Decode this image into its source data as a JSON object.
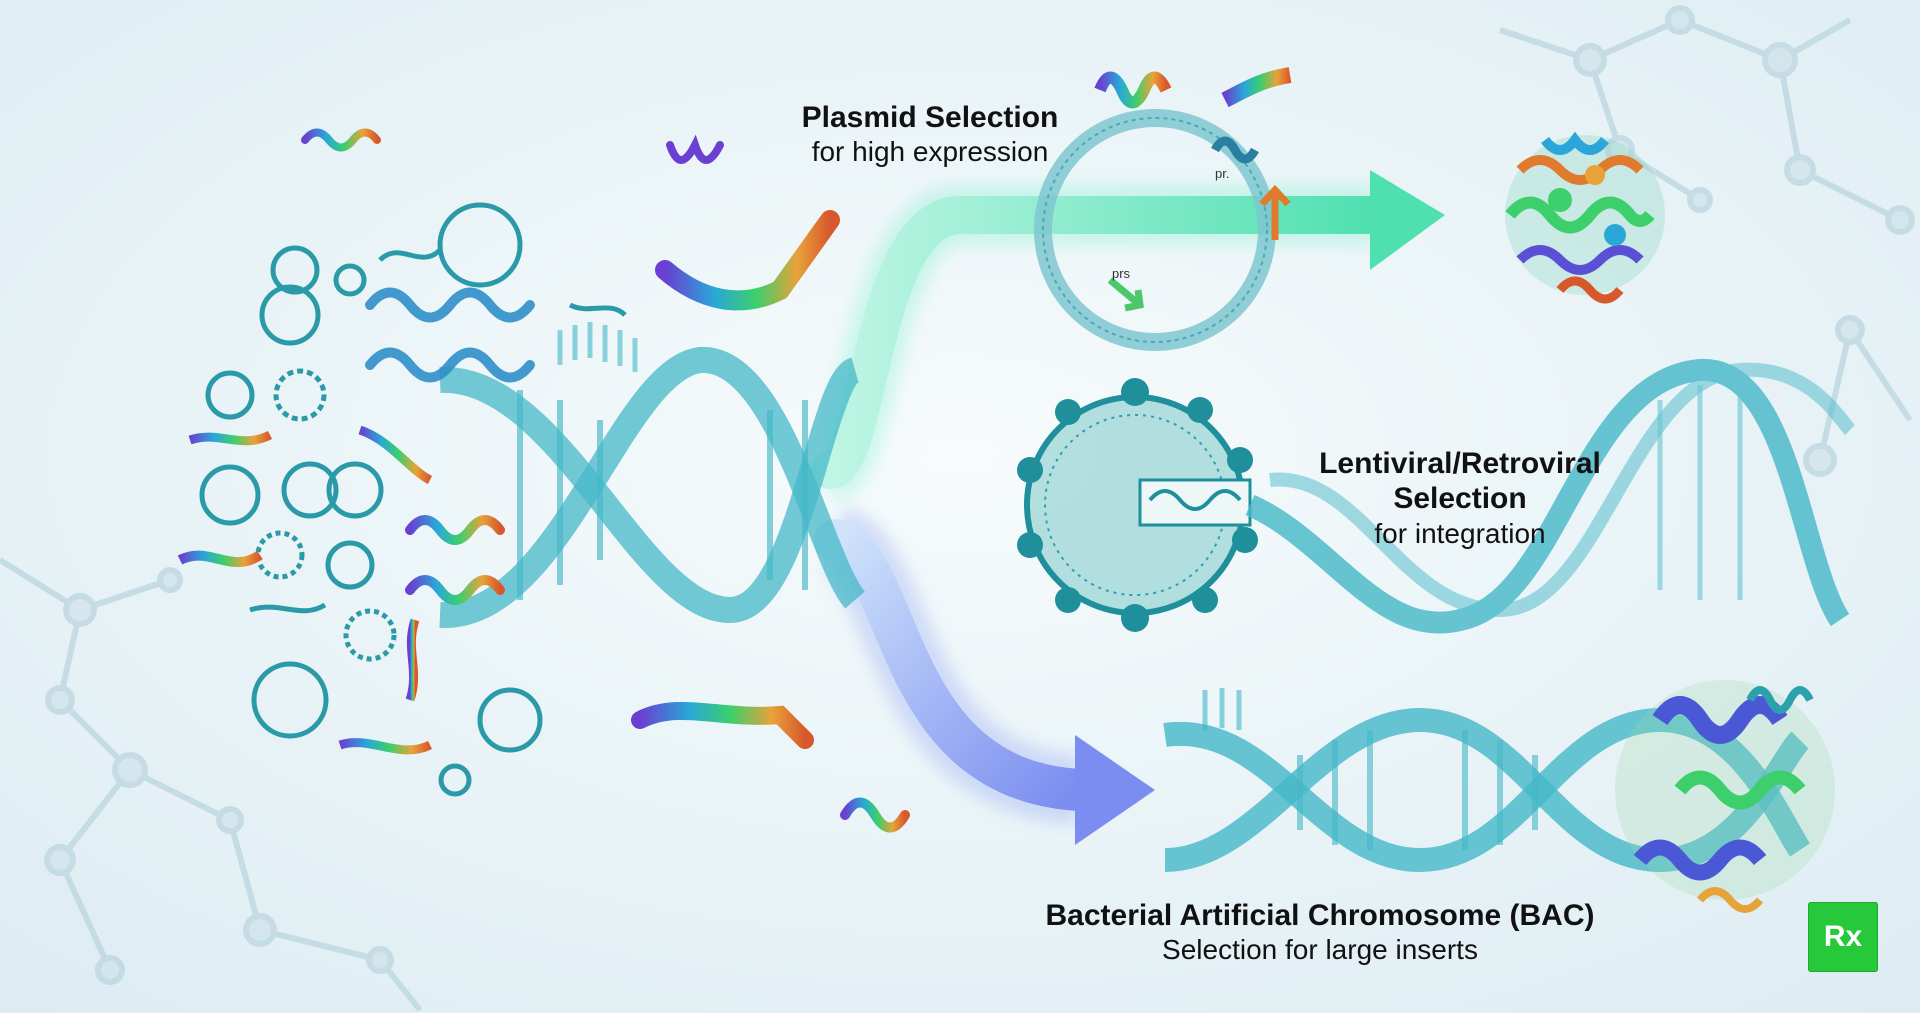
{
  "labels": {
    "plasmid": {
      "title": "Plasmid Selection",
      "subtitle": "for high expression"
    },
    "lentiviral": {
      "title_line1": "Lentiviral/Retroviral",
      "title_line2": "Selection",
      "subtitle": "for integration"
    },
    "bac": {
      "title": "Bacterial Artificial Chromosome (BAC)",
      "subtitle": "Selection for large inserts"
    }
  },
  "plasmid_markers": {
    "top": "pr.",
    "bottom": "prs"
  },
  "badge": {
    "text": "Rx"
  },
  "colors": {
    "plasmid_arrow": "#4fe0b0",
    "lentiviral_arrow": "#6cd9d0",
    "bac_arrow": "#7b8df0",
    "dna": "#45b8c8",
    "virus": "#1f8f9c",
    "badge": "#25c93a"
  }
}
